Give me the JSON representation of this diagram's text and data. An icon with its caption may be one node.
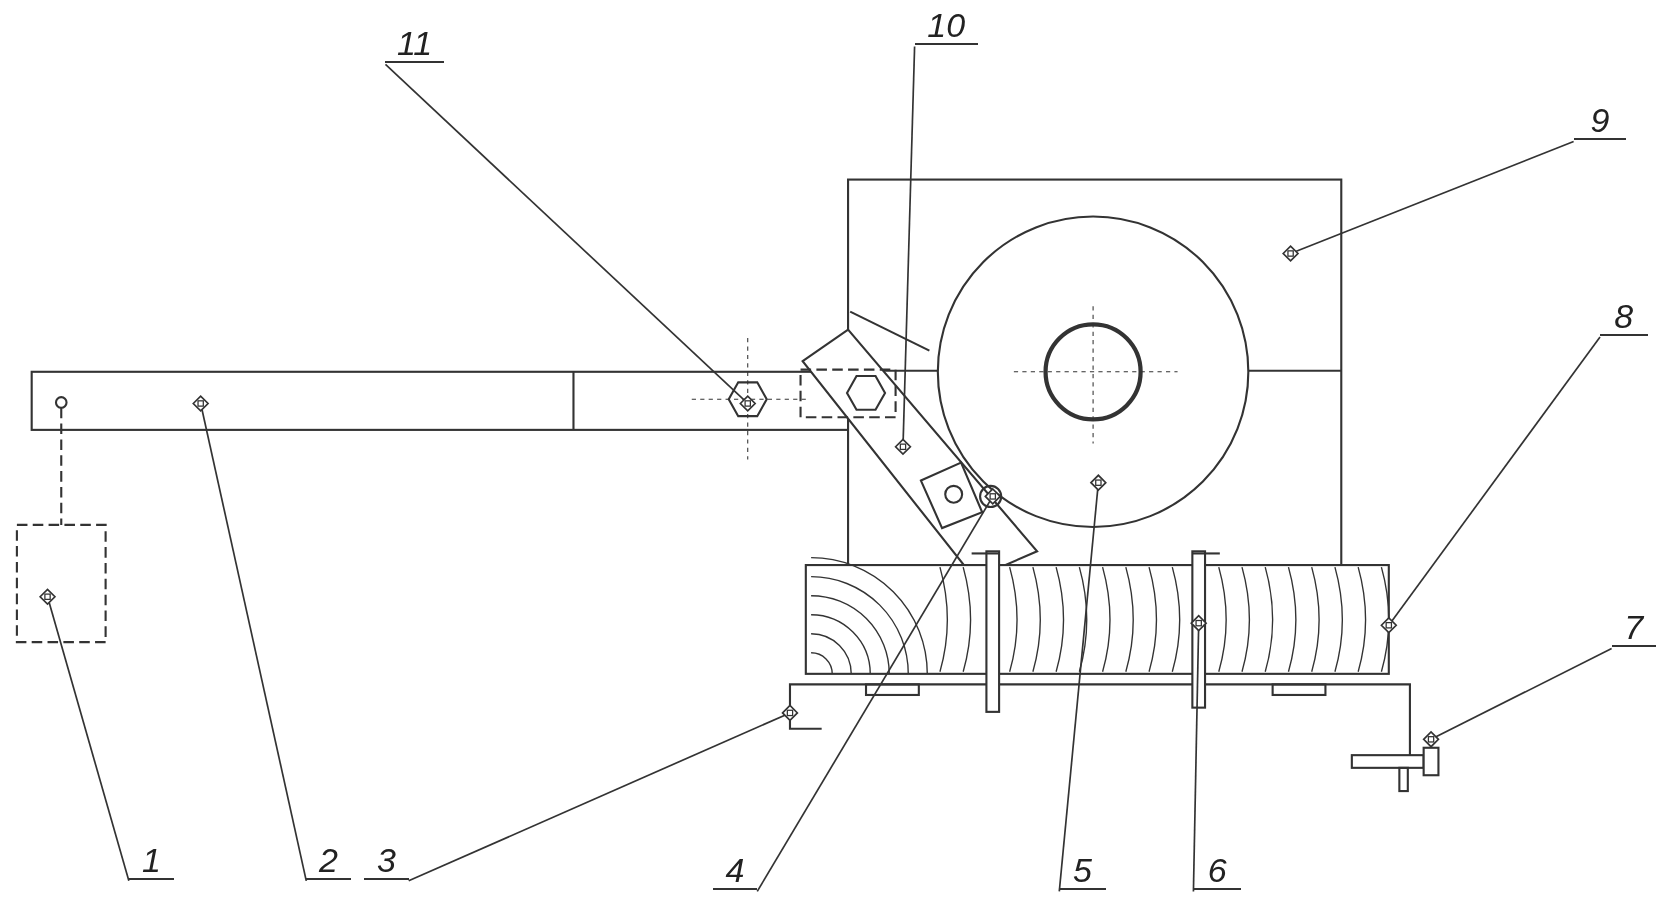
{
  "diagram": {
    "nodes": [
      {
        "text": [
          "1"
        ]
      },
      {
        "text": [
          "2"
        ]
      },
      {
        "text": [
          "3"
        ]
      },
      {
        "text": [
          "4"
        ]
      },
      {
        "text": [
          "5"
        ]
      },
      {
        "text": [
          "6"
        ]
      },
      {
        "text": [
          "7"
        ]
      },
      {
        "text": [
          "8"
        ]
      },
      {
        "text": [
          "9"
        ]
      },
      {
        "text": [
          "10"
        ]
      },
      {
        "text": [
          "11"
        ]
      }
    ],
    "edges": [
      {
        "from": 0,
        "to": null,
        "arrow": "other"
      },
      {
        "from": 1,
        "to": null,
        "arrow": "other"
      },
      {
        "from": 2,
        "to": null,
        "arrow": "other"
      },
      {
        "from": 3,
        "to": null,
        "arrow": "other"
      },
      {
        "from": 4,
        "to": null,
        "arrow": "other"
      },
      {
        "from": 5,
        "to": null,
        "arrow": "other"
      },
      {
        "from": 6,
        "to": null,
        "arrow": "other"
      },
      {
        "from": 7,
        "to": null,
        "arrow": "other"
      },
      {
        "from": 8,
        "to": null,
        "arrow": "other"
      },
      {
        "from": 9,
        "to": null,
        "arrow": "other"
      },
      {
        "from": 10,
        "to": null,
        "arrow": "other"
      }
    ]
  }
}
